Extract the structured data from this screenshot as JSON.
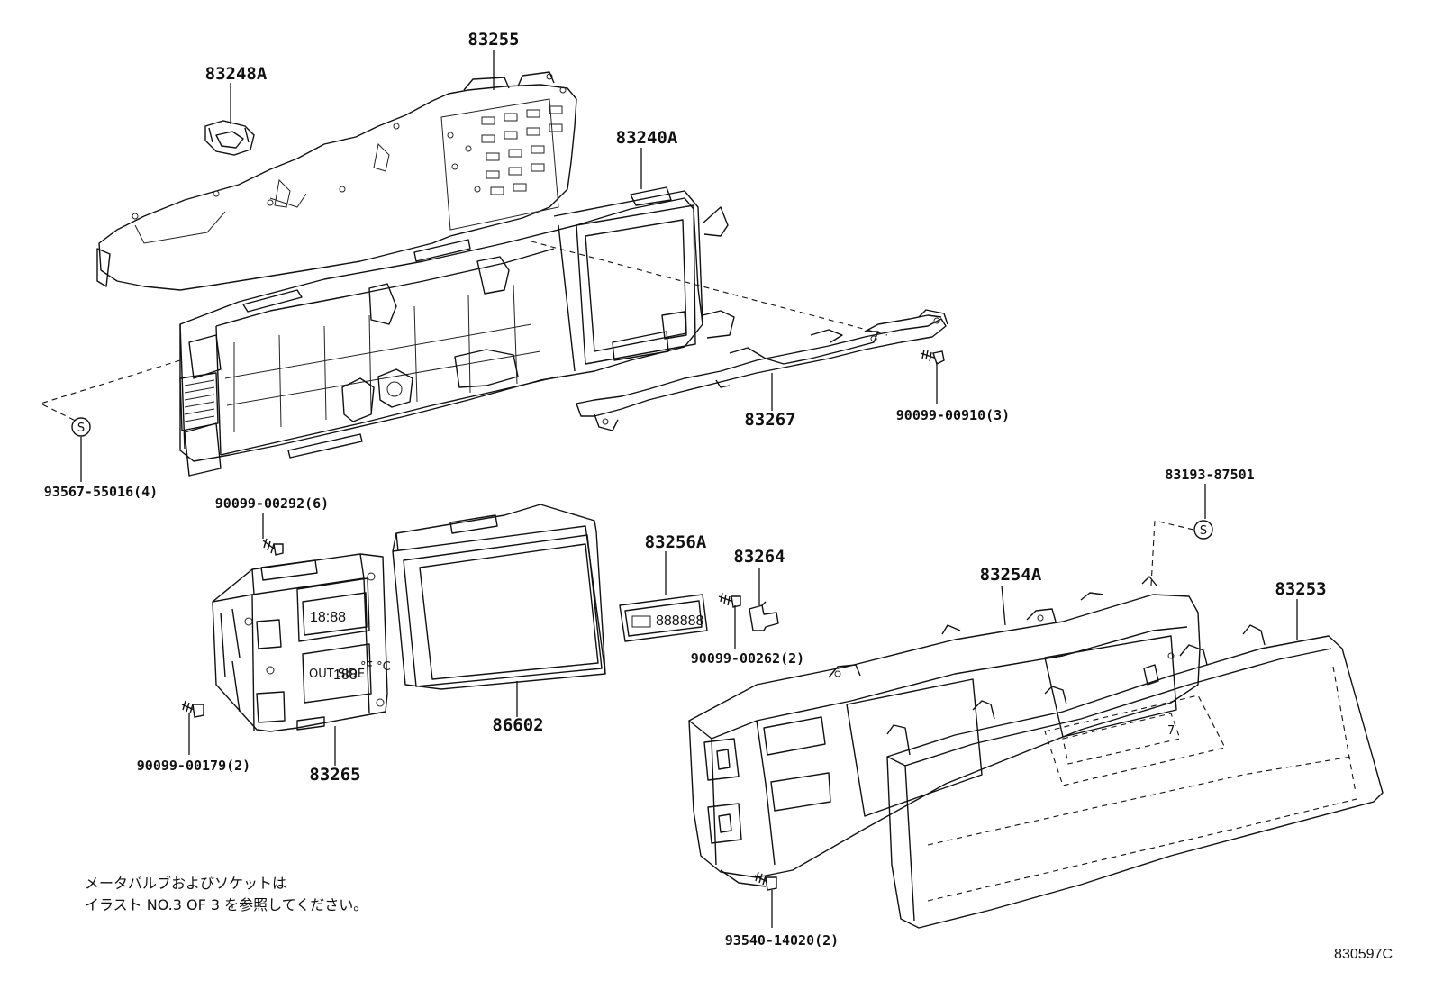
{
  "diagram": {
    "part_labels": {
      "p83255": "83255",
      "p83248A": "83248A",
      "p83240A": "83240A",
      "p83267": "83267",
      "p90099_00910": "90099-00910(3)",
      "p93567_55016": "93567-55016(4)",
      "p90099_00292": "90099-00292(6)",
      "p83193_87501": "83193-87501",
      "p83256A": "83256A",
      "p83264": "83264",
      "p83254A": "83254A",
      "p83253": "83253",
      "p90099_00262": "90099-00262(2)",
      "p86602": "86602",
      "p90099_00179": "90099-00179(2)",
      "p83265": "83265",
      "p93540_14020": "93540-14020(2)"
    },
    "symbols": {
      "s_symbol": "S"
    },
    "display_text": {
      "clock": "18:88",
      "outside": "OUT SIDE",
      "temp_digits": "188",
      "temp_units": "°F °C",
      "strip_digits": "888888"
    },
    "note": {
      "line1": "メータバルブおよびソケットは",
      "line2": "イラスト NO.3 OF 3 を参照してください。"
    },
    "illustration_code": "830597C"
  }
}
